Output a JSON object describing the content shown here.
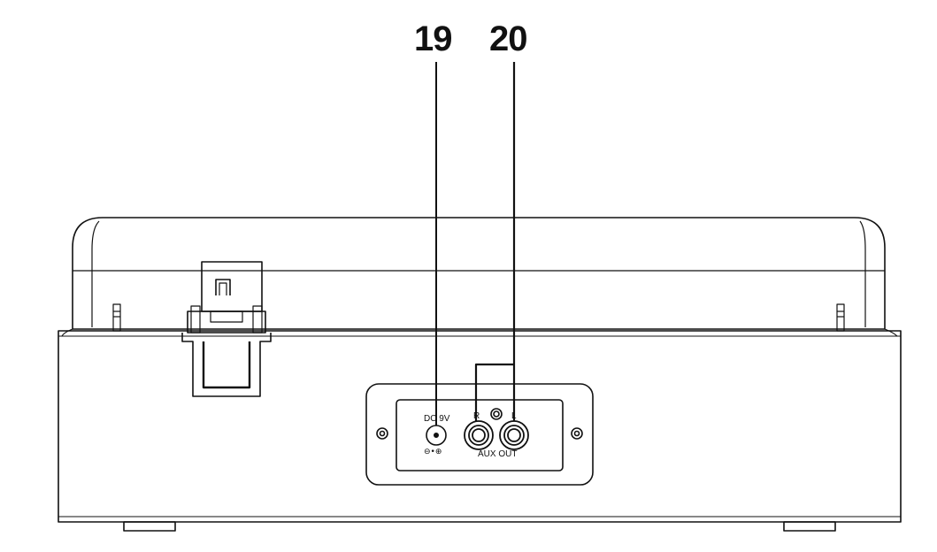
{
  "callouts": {
    "dc_in": "19",
    "aux_out": "20"
  },
  "panel": {
    "dc_label": "DC 9V",
    "dc_symbol": "⊖•⊕",
    "jack_r": "R",
    "jack_l": "L",
    "aux_label": "AUX OUT"
  }
}
